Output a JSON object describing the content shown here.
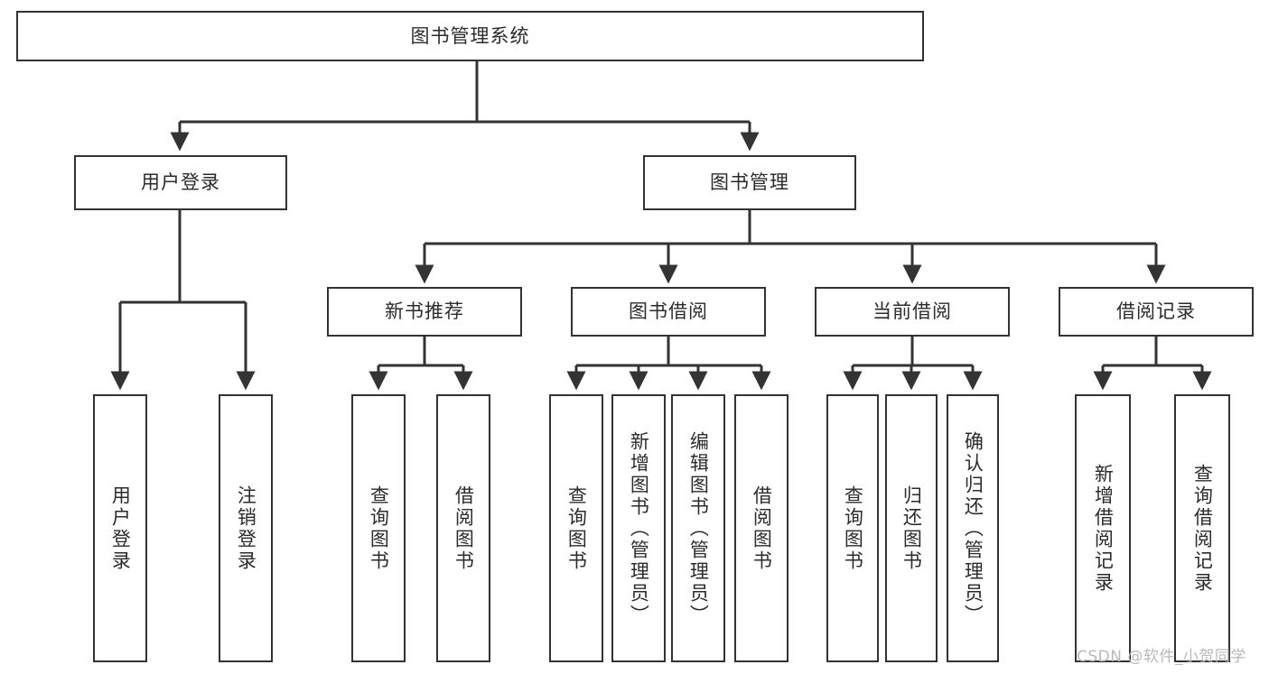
{
  "diagram": {
    "title": "图书管理系统",
    "type": "tree-hierarchy-chart",
    "stroke_color": "#333333",
    "text_color": "#2b2b2b",
    "background_color": "#ffffff",
    "root": {
      "label": "图书管理系统"
    },
    "level2": [
      {
        "label": "用户登录"
      },
      {
        "label": "图书管理"
      }
    ],
    "level3": [
      {
        "label": "新书推荐"
      },
      {
        "label": "图书借阅"
      },
      {
        "label": "当前借阅"
      },
      {
        "label": "借阅记录"
      }
    ],
    "leaves": {
      "user_login": [
        {
          "label": "用户登录"
        },
        {
          "label": "注销登录"
        }
      ],
      "new_book_recommend": [
        {
          "label": "查询图书"
        },
        {
          "label": "借阅图书"
        }
      ],
      "book_borrow": [
        {
          "label": "查询图书"
        },
        {
          "label": "新增图书（管理员）"
        },
        {
          "label": "编辑图书（管理员）"
        },
        {
          "label": "借阅图书"
        }
      ],
      "current_borrow": [
        {
          "label": "查询图书"
        },
        {
          "label": "归还图书"
        },
        {
          "label": "确认归还（管理员）"
        }
      ],
      "borrow_record": [
        {
          "label": "新增借阅记录"
        },
        {
          "label": "查询借阅记录"
        }
      ]
    }
  },
  "watermark": {
    "text": "CSDN @软件_小贺同学"
  }
}
